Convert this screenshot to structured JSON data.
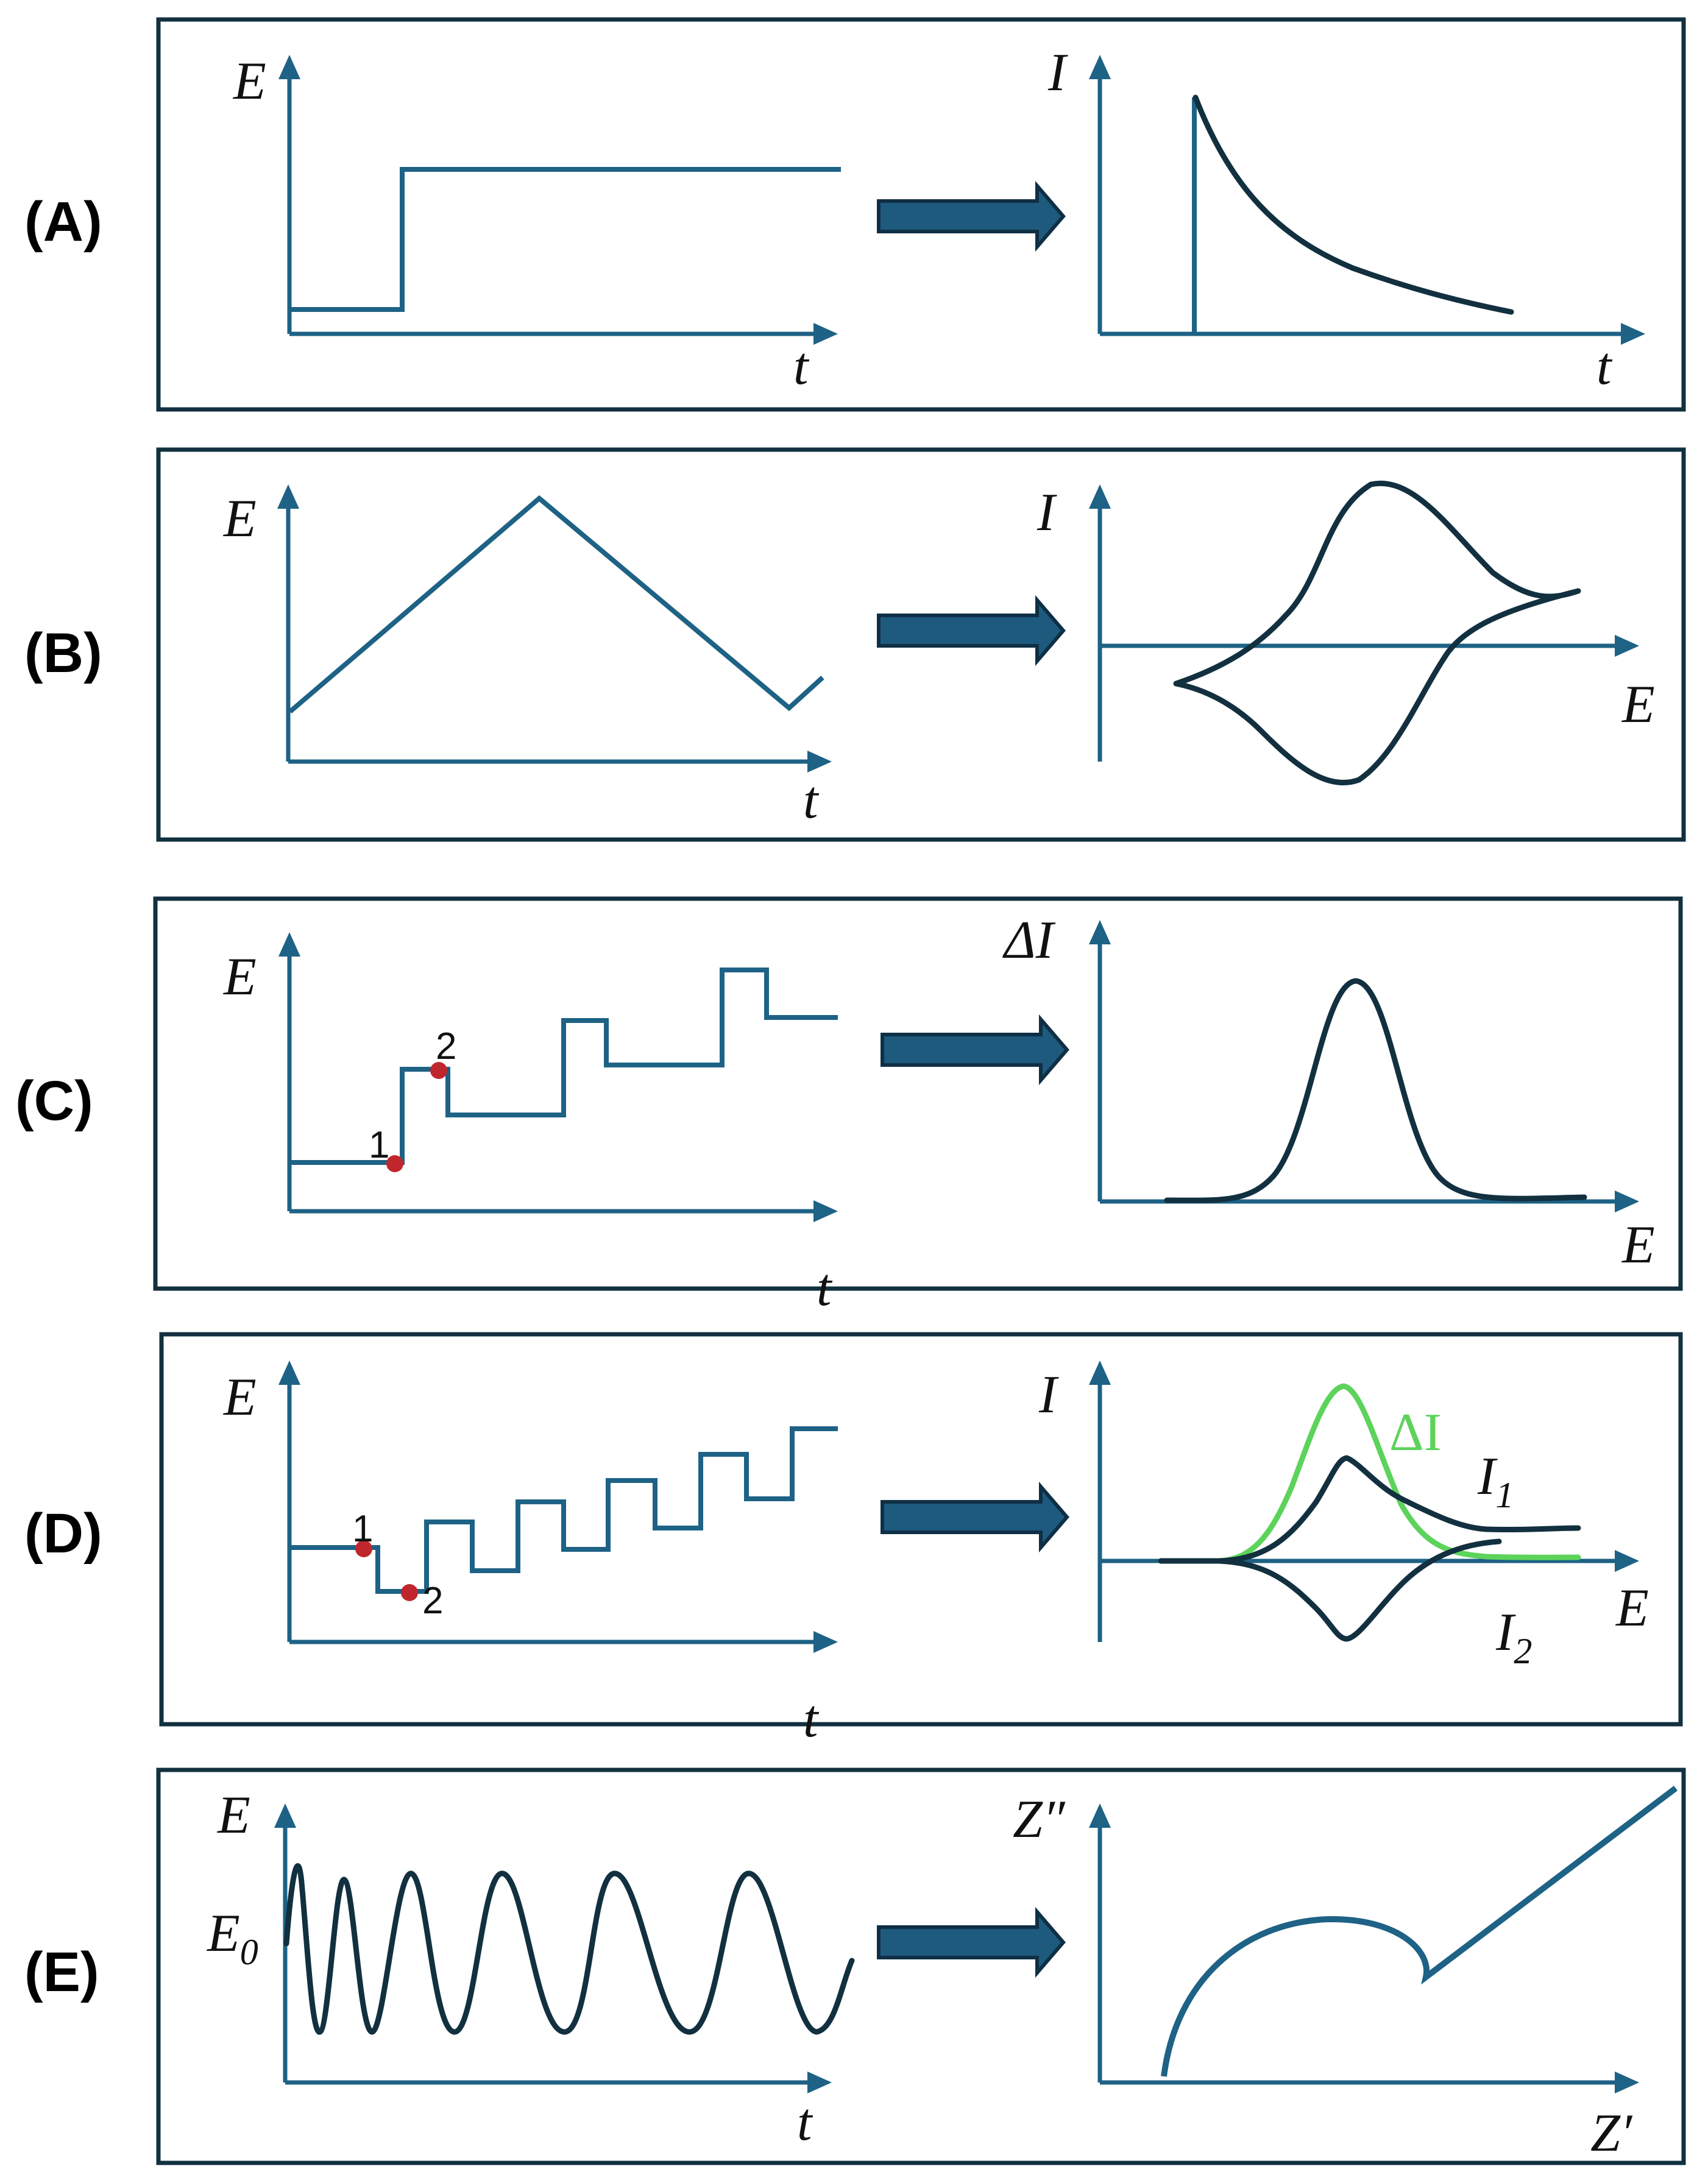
{
  "panels": [
    {
      "id": "A",
      "label": "(A)",
      "left_axes": {
        "y": "E",
        "x": "t"
      },
      "right_axes": {
        "y": "I",
        "x": "t"
      }
    },
    {
      "id": "B",
      "label": "(B)",
      "left_axes": {
        "y": "E",
        "x": "t"
      },
      "right_axes": {
        "y": "I",
        "x": "E"
      }
    },
    {
      "id": "C",
      "label": "(C)",
      "left_axes": {
        "y": "E",
        "x": "t"
      },
      "right_axes": {
        "y": "ΔI",
        "x": "E"
      },
      "points": [
        "1",
        "2"
      ]
    },
    {
      "id": "D",
      "label": "(D)",
      "left_axes": {
        "y": "E",
        "x": "t"
      },
      "right_axes": {
        "y": "I",
        "x": "E"
      },
      "points": [
        "1",
        "2"
      ],
      "curve_labels": {
        "delta": "ΔI",
        "i1_base": "I",
        "i1_sub": "1",
        "i2_base": "I",
        "i2_sub": "2"
      }
    },
    {
      "id": "E",
      "label": "(E)",
      "left_axes": {
        "y": "E",
        "x": "t",
        "e0_base": "E",
        "e0_sub": "0"
      },
      "right_axes": {
        "y": "Z″",
        "x": "Z′"
      }
    }
  ],
  "colors": {
    "axis": "#1e6285",
    "curve": "#12303f",
    "delta_curve": "#5dd35b",
    "marker": "#c0272d",
    "arrow": "#1e5a7e"
  }
}
